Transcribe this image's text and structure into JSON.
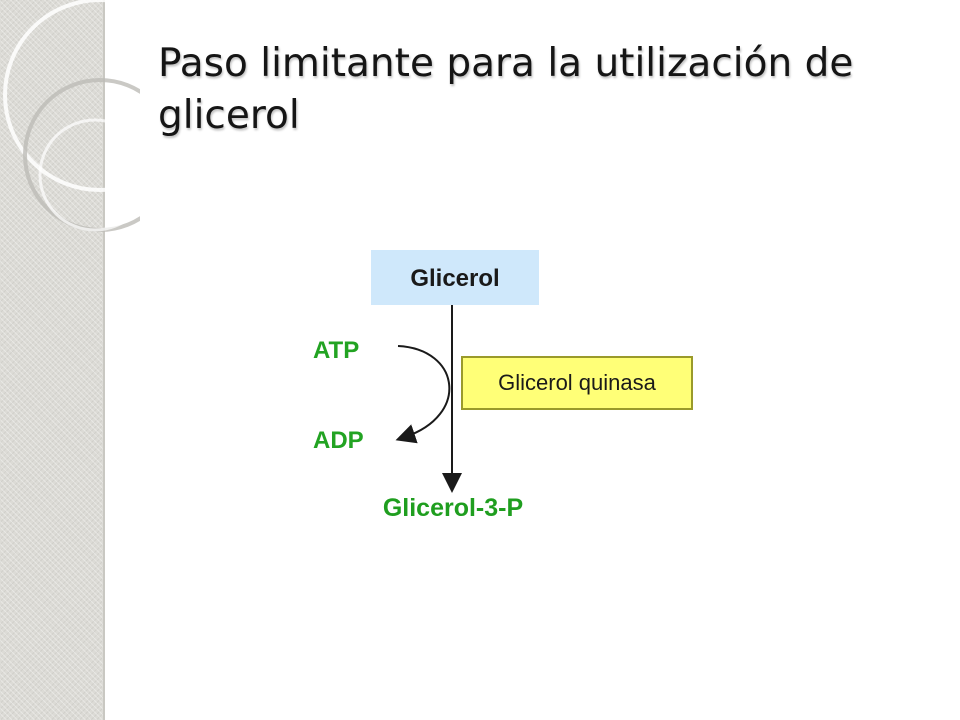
{
  "slide": {
    "title": "Paso limitante para la utilización de glicerol"
  },
  "diagram": {
    "substrate": "Glicerol",
    "enzyme": "Glicerol quinasa",
    "cofactor_in": "ATP",
    "cofactor_out": "ADP",
    "product": "Glicerol-3-P"
  },
  "colors": {
    "substrate_box": "#cfe8fb",
    "enzyme_box": "#ffff77",
    "enzyme_border": "#9a9a2a",
    "cofactor_text": "#22a322",
    "product_text": "#1f9e1f",
    "arrow": "#1a1a1a",
    "side_strip": "#dcdbd6"
  }
}
